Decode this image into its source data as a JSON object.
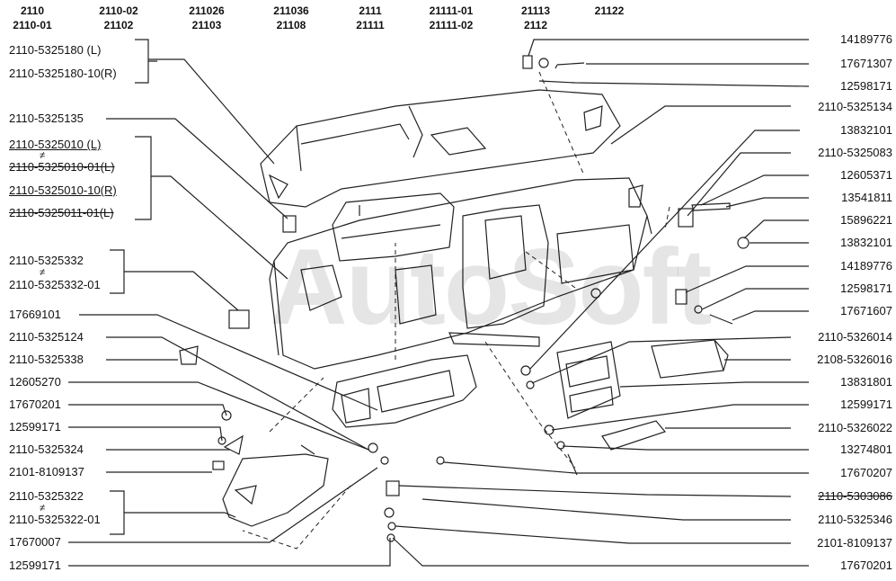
{
  "models": [
    {
      "top": "2110",
      "bottom": "2110-01"
    },
    {
      "top": "2110-02",
      "bottom": "21102"
    },
    {
      "top": "211026",
      "bottom": "21103"
    },
    {
      "top": "211036",
      "bottom": "21108"
    },
    {
      "top": "2111",
      "bottom": "21111"
    },
    {
      "top": "21111-01",
      "bottom": "21111-02"
    },
    {
      "top": "21113",
      "bottom": "2112"
    },
    {
      "top": "21122",
      "bottom": ""
    }
  ],
  "left_labels": [
    "2110-5325180   (L)",
    "2110-5325180-10(R)",
    "2110-5325135",
    "2110-5325010   (L)",
    "2110-5325010-01(L)",
    "2110-5325010-10(R)",
    "2110-5325011-01(L)",
    "2110-5325332",
    "2110-5325332-01",
    "17669101",
    "2110-5325124",
    "2110-5325338",
    "12605270",
    "17670201",
    "12599171",
    "2110-5325324",
    "2101-8109137",
    "2110-5325322",
    "2110-5325322-01",
    "17670007",
    "12599171"
  ],
  "right_labels": [
    "14189776",
    "17671307",
    "12598171",
    "2110-5325134",
    "13832101",
    "2110-5325083",
    "12605371",
    "13541811",
    "15896221",
    "13832101",
    "14189776",
    "12598171",
    "17671607",
    "2110-5326014",
    "2108-5326016",
    "13831801",
    "12599171",
    "2110-5326022",
    "13274801",
    "17670207",
    "2110-5303086",
    "2110-5325346",
    "2101-8109137",
    "17670201"
  ],
  "watermark": "AutoSoft"
}
